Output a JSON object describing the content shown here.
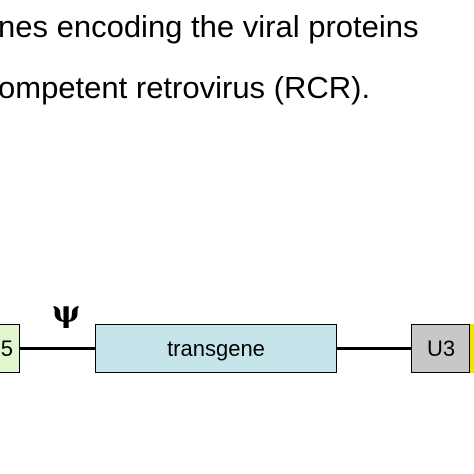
{
  "caption": {
    "line1": "nes encoding the viral proteins",
    "line2": "ompetent retrovirus (RCR)."
  },
  "diagram": {
    "left_ltr_label": "5",
    "psi_symbol": "ψ",
    "transgene_label": "transgene",
    "u3_label": "U3"
  },
  "colors": {
    "left_ltr_fill": "#e3f7cf",
    "transgene_fill": "#c6e5ea",
    "u3_fill": "#c7c7c7",
    "right_ltr_fill": "#f2e200"
  }
}
